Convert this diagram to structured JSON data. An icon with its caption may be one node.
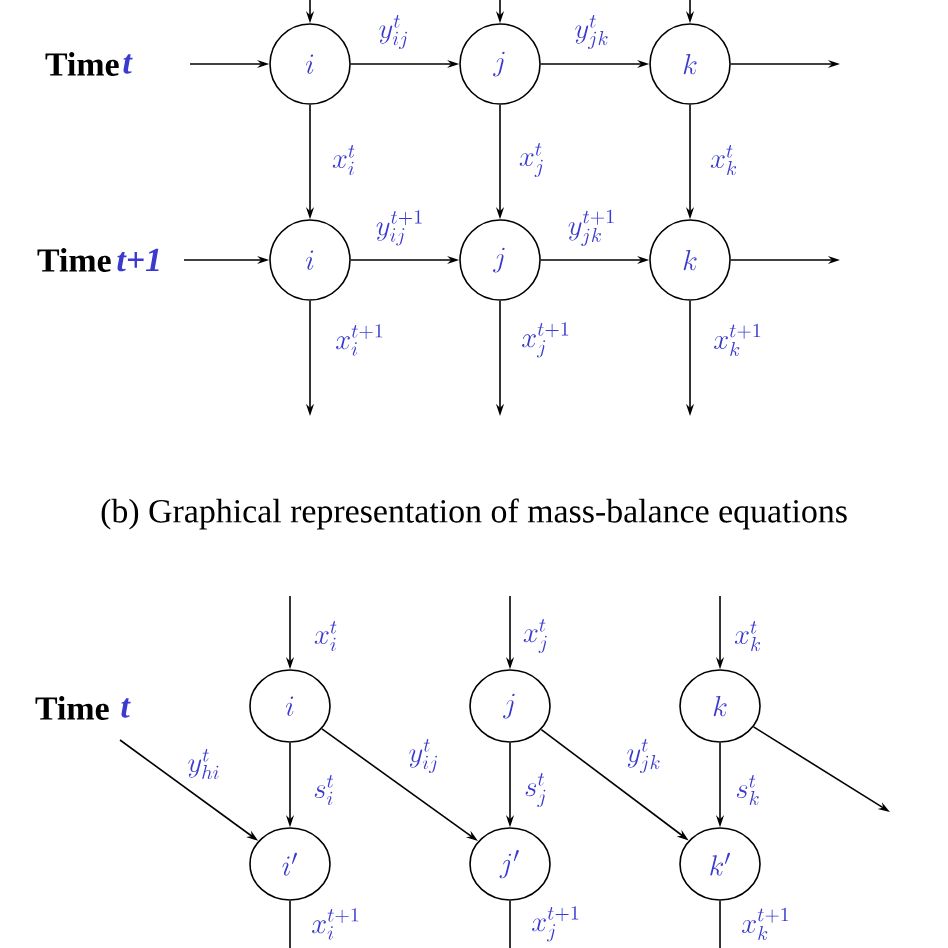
{
  "diagram": {
    "caption": "(b) Graphical representation of mass-balance equations",
    "nodes": [
      {
        "text": [
          "i"
        ]
      },
      {
        "text": [
          "j"
        ]
      },
      {
        "text": [
          "k"
        ]
      },
      {
        "text": [
          "i"
        ]
      },
      {
        "text": [
          "j"
        ]
      },
      {
        "text": [
          "k"
        ]
      },
      {
        "text": [
          "i"
        ]
      },
      {
        "text": [
          "j"
        ]
      },
      {
        "text": [
          "k"
        ]
      },
      {
        "text": [
          "i'"
        ]
      },
      {
        "text": [
          "j'"
        ]
      },
      {
        "text": [
          "k'"
        ]
      }
    ],
    "edges": [
      {
        "from": null,
        "to": 0,
        "arrow": "to"
      },
      {
        "from": null,
        "to": 1,
        "arrow": "to"
      },
      {
        "from": null,
        "to": 2,
        "arrow": "to"
      },
      {
        "from": null,
        "to": 0,
        "arrow": "to"
      },
      {
        "from": 0,
        "to": 1,
        "arrow": "to",
        "label": "y_{ij}^{t}"
      },
      {
        "from": 1,
        "to": 2,
        "arrow": "to",
        "label": "y_{jk}^{t}"
      },
      {
        "from": 2,
        "to": null,
        "arrow": "to"
      },
      {
        "from": 0,
        "to": 3,
        "arrow": "to",
        "label": "x_{i}^{t}"
      },
      {
        "from": 1,
        "to": 4,
        "arrow": "to",
        "label": "x_{j}^{t}"
      },
      {
        "from": 2,
        "to": 5,
        "arrow": "to",
        "label": "x_{k}^{t}"
      },
      {
        "from": null,
        "to": 3,
        "arrow": "to"
      },
      {
        "from": 3,
        "to": 4,
        "arrow": "to",
        "label": "y_{ij}^{t+1}"
      },
      {
        "from": 4,
        "to": 5,
        "arrow": "to",
        "label": "y_{jk}^{t+1}"
      },
      {
        "from": 5,
        "to": null,
        "arrow": "to"
      },
      {
        "from": 3,
        "to": null,
        "arrow": "to",
        "label": "x_{i}^{t+1}"
      },
      {
        "from": 4,
        "to": null,
        "arrow": "to",
        "label": "x_{j}^{t+1}"
      },
      {
        "from": 5,
        "to": null,
        "arrow": "to",
        "label": "x_{k}^{t+1}"
      },
      {
        "from": null,
        "to": 6,
        "arrow": "to",
        "label": "x_{i}^{t}"
      },
      {
        "from": null,
        "to": 7,
        "arrow": "to",
        "label": "x_{j}^{t}"
      },
      {
        "from": null,
        "to": 8,
        "arrow": "to",
        "label": "x_{k}^{t}"
      },
      {
        "from": null,
        "to": 9,
        "arrow": "to",
        "label": "y_{hi}^{t}"
      },
      {
        "from": 6,
        "to": 9,
        "arrow": "to",
        "label": "s_{i}^{t}"
      },
      {
        "from": 6,
        "to": 10,
        "arrow": "to",
        "label": "y_{ij}^{t}"
      },
      {
        "from": 7,
        "to": 10,
        "arrow": "to",
        "label": "s_{j}^{t}"
      },
      {
        "from": 7,
        "to": 11,
        "arrow": "to",
        "label": "y_{jk}^{t}"
      },
      {
        "from": 8,
        "to": 11,
        "arrow": "to",
        "label": "s_{k}^{t}"
      },
      {
        "from": 8,
        "to": null,
        "arrow": "to"
      },
      {
        "from": 9,
        "to": null,
        "arrow": "none",
        "label": "x_{i}^{t+1}"
      },
      {
        "from": 10,
        "to": null,
        "arrow": "none",
        "label": "x_{j}^{t+1}"
      },
      {
        "from": 11,
        "to": null,
        "arrow": "none",
        "label": "x_{k}^{t+1}"
      }
    ],
    "labels": [
      "Time",
      "t",
      "Time",
      "t+1",
      "Time",
      "t"
    ]
  }
}
